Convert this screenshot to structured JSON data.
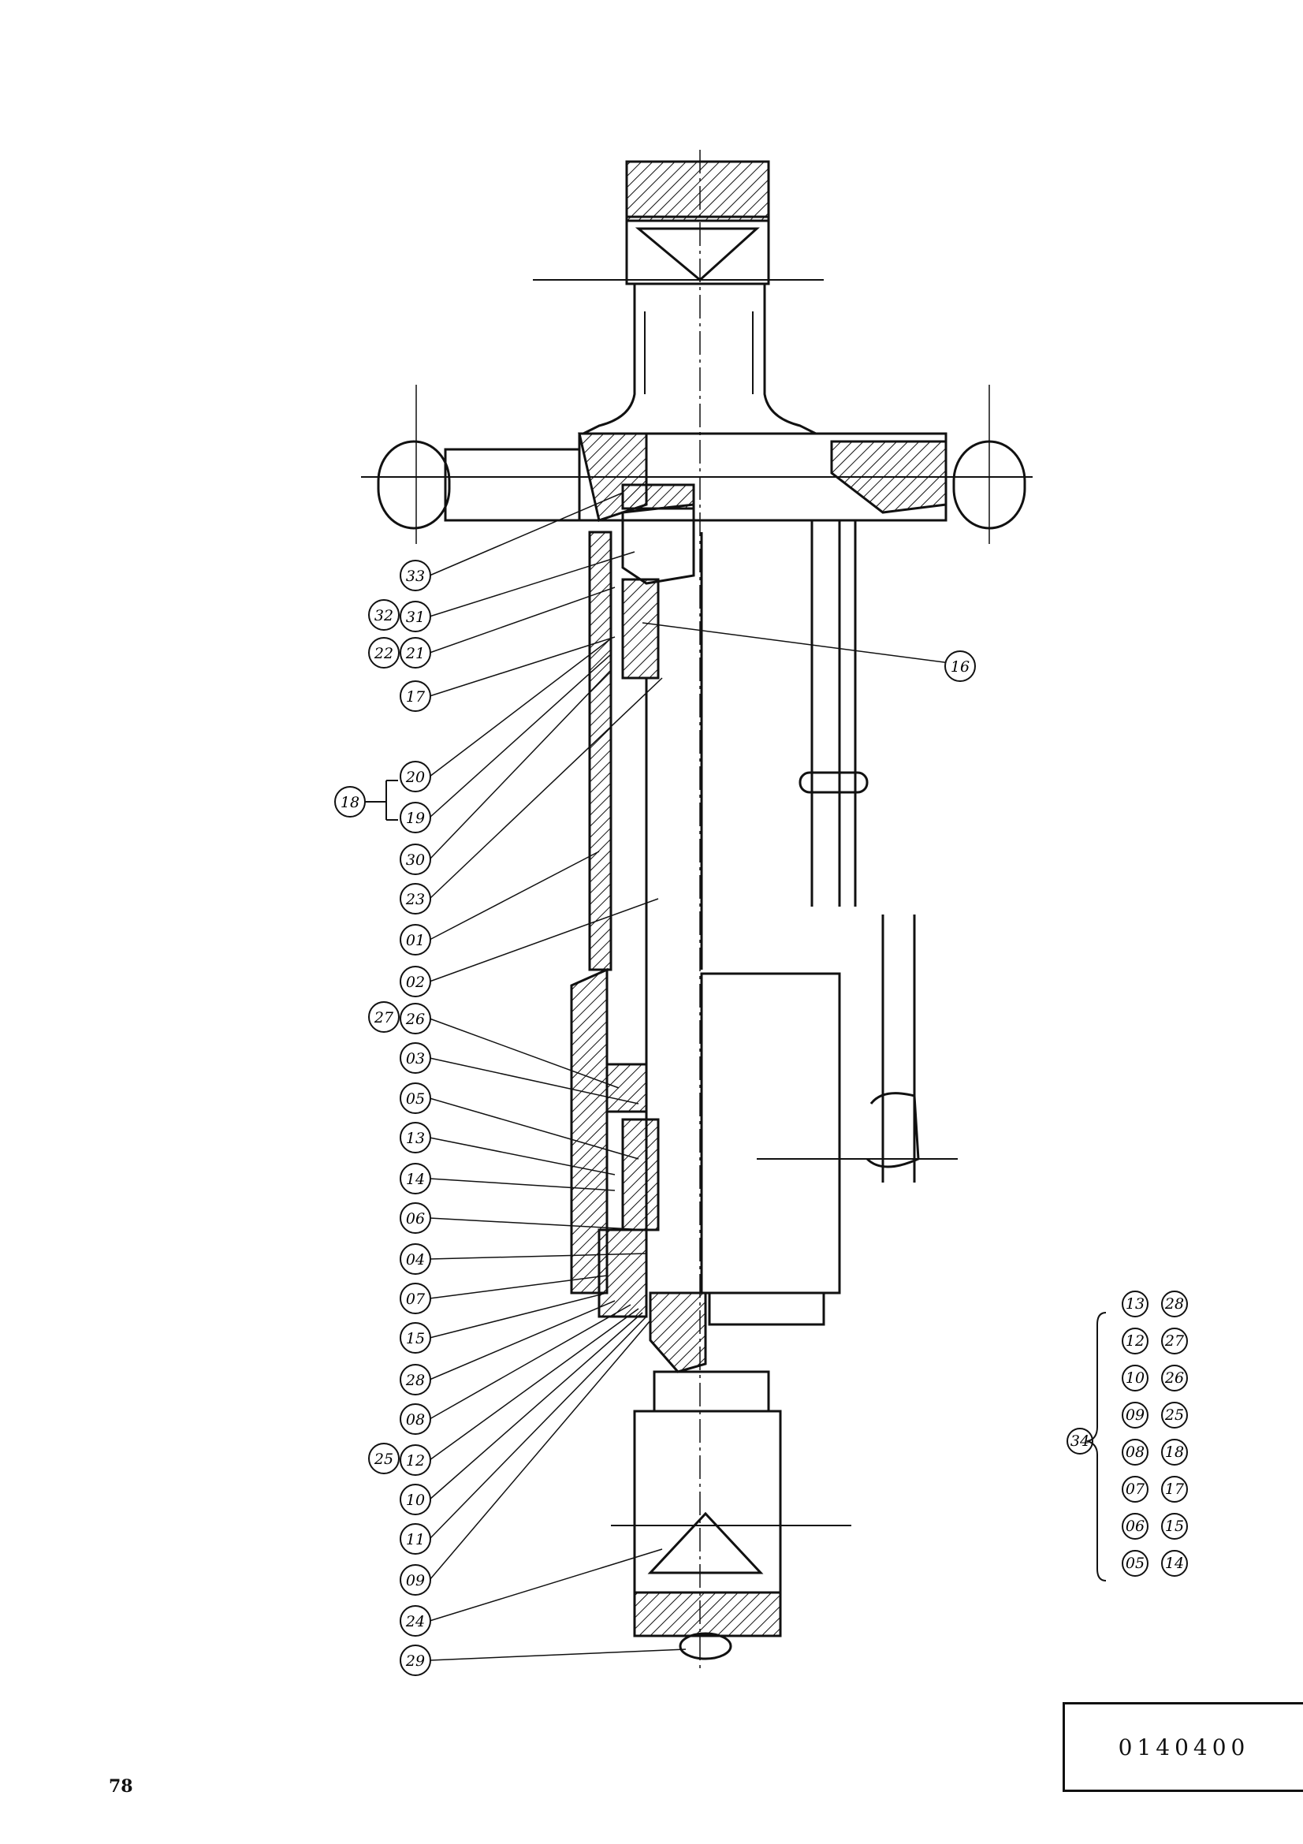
{
  "document": {
    "page_number": "78",
    "part_number": "0140400"
  },
  "callouts": {
    "c33": "33",
    "c31": "31",
    "c21": "21",
    "c17": "17",
    "c22": "22",
    "c32": "32",
    "c16": "16",
    "c18": "18",
    "c20": "20",
    "c19": "19",
    "c30": "30",
    "c23a": "23",
    "c01": "01",
    "c02": "02",
    "c27": "27",
    "c26": "26",
    "c03": "03",
    "c05": "05",
    "c13": "13",
    "c14": "14",
    "c06": "06",
    "c04": "04",
    "c07": "07",
    "c15": "15",
    "c28": "28",
    "c08": "08",
    "c12": "12",
    "c25": "25",
    "c10": "10",
    "c11": "11",
    "c09": "09",
    "c24": "24",
    "c29": "29"
  },
  "kit": {
    "label": "34",
    "row1": [
      "05",
      "06",
      "07",
      "08",
      "09",
      "10",
      "12",
      "13"
    ],
    "row2": [
      "14",
      "15",
      "17",
      "18",
      "25",
      "26",
      "27",
      "28"
    ]
  }
}
